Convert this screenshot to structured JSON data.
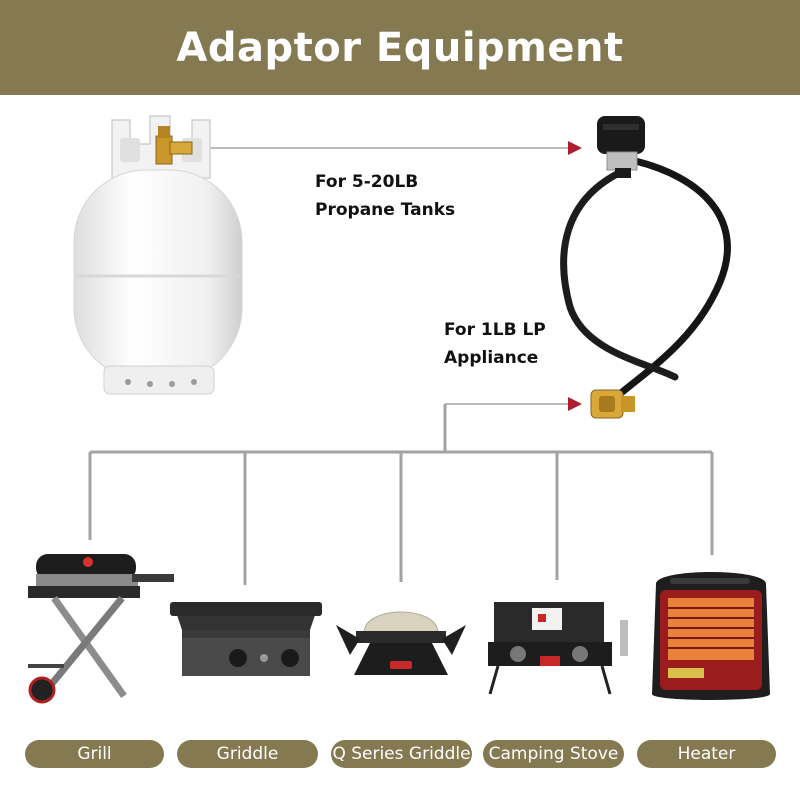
{
  "header": {
    "title": "Adaptor Equipment"
  },
  "labels": {
    "tank_line1": "For 5-20LB",
    "tank_line2": "Propane Tanks",
    "appliance_line1": "For 1LB LP",
    "appliance_line2": "Appliance"
  },
  "appliances": [
    {
      "label": "Grill",
      "icon": "portable-grill"
    },
    {
      "label": "Griddle",
      "icon": "griddle"
    },
    {
      "label": "Q Series Griddle",
      "icon": "q-series-grill"
    },
    {
      "label": "Camping Stove",
      "icon": "camping-stove"
    },
    {
      "label": "Heater",
      "icon": "heater"
    }
  ],
  "colors": {
    "header": "#857952",
    "pill": "#857952",
    "arrow": "#b01c2c",
    "connector": "#a3a3a3"
  }
}
